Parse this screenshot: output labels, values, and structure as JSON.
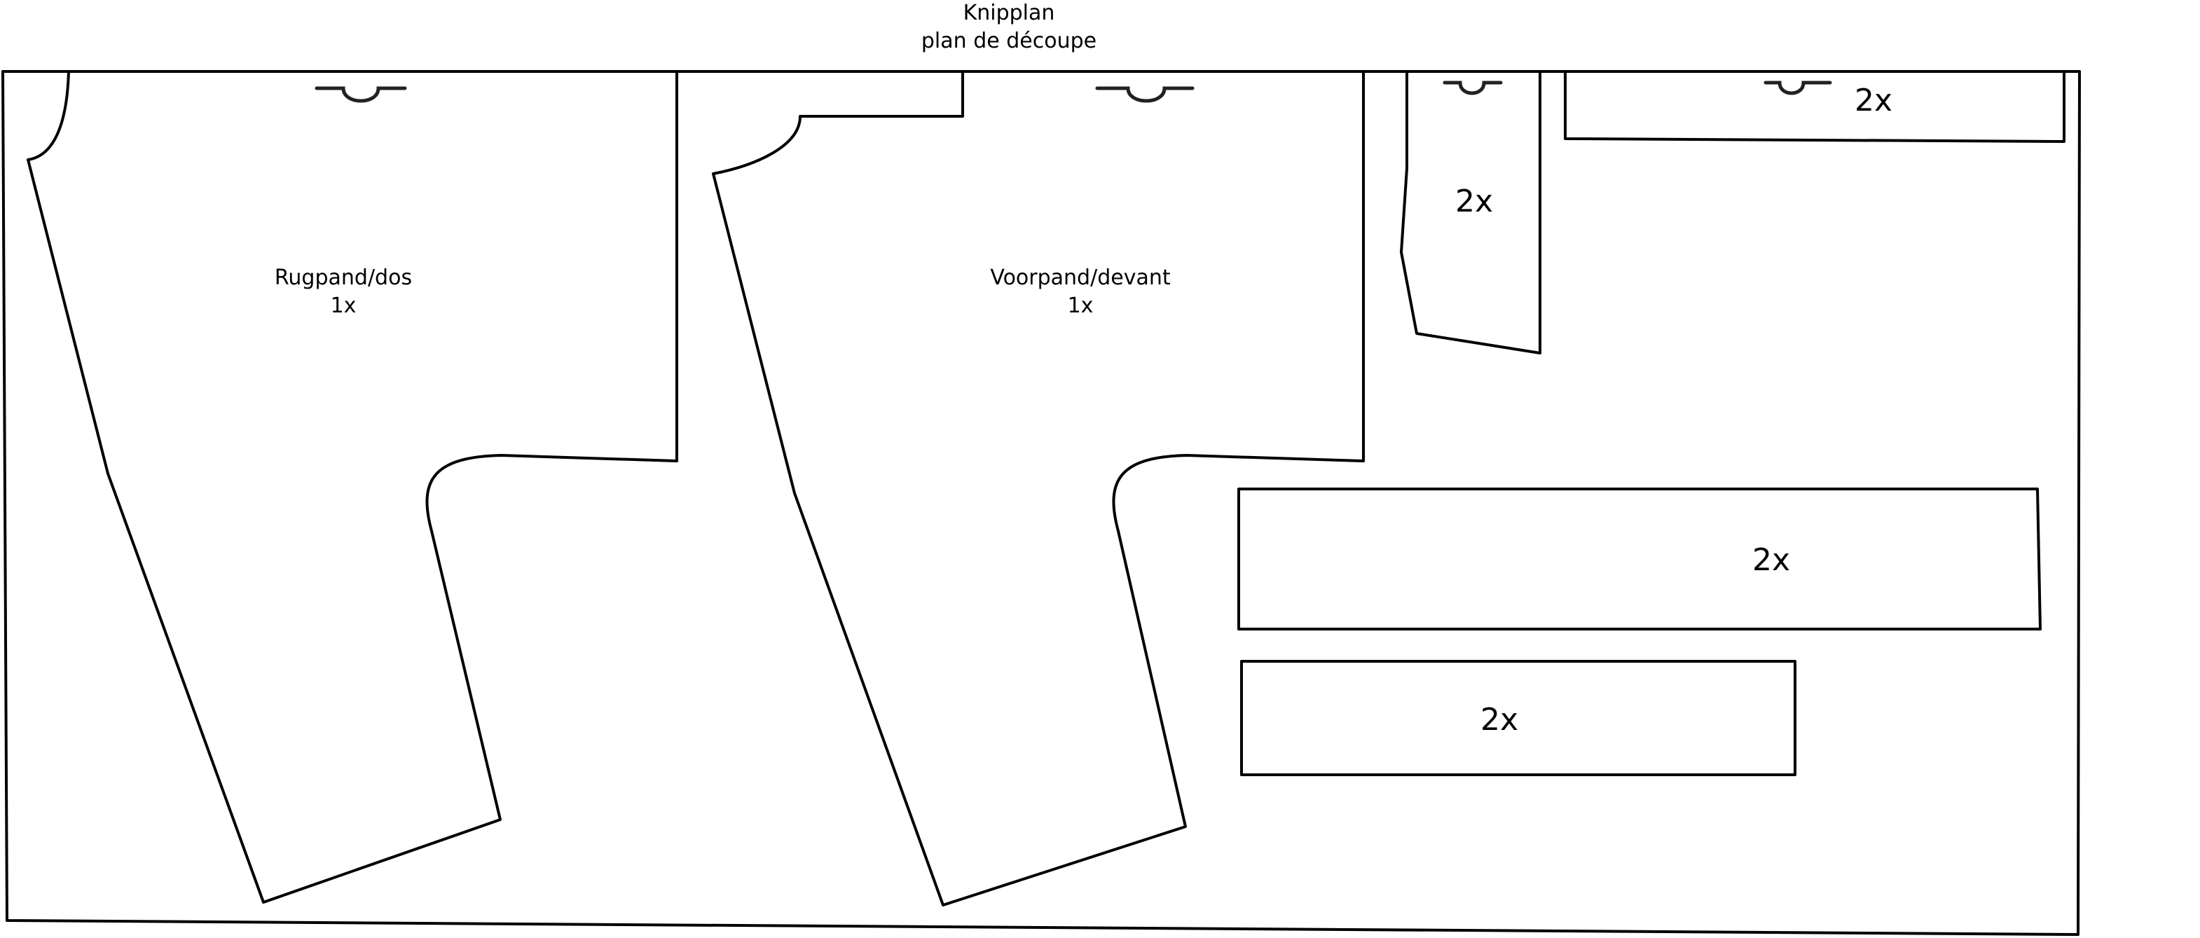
{
  "title": {
    "line1": "Knipplan",
    "line2": "plan de découpe"
  },
  "pieces": {
    "back": {
      "name": "Rugpand/dos",
      "quantity": "1x"
    },
    "front": {
      "name": "Voorpand/devant",
      "quantity": "1x"
    },
    "sleeve_narrow": {
      "quantity": "2x"
    },
    "strip_top": {
      "quantity": "2x"
    },
    "strip_long": {
      "quantity": "2x"
    },
    "strip_short": {
      "quantity": "2x"
    }
  },
  "colors": {
    "line": "#000000",
    "background": "#ffffff"
  }
}
